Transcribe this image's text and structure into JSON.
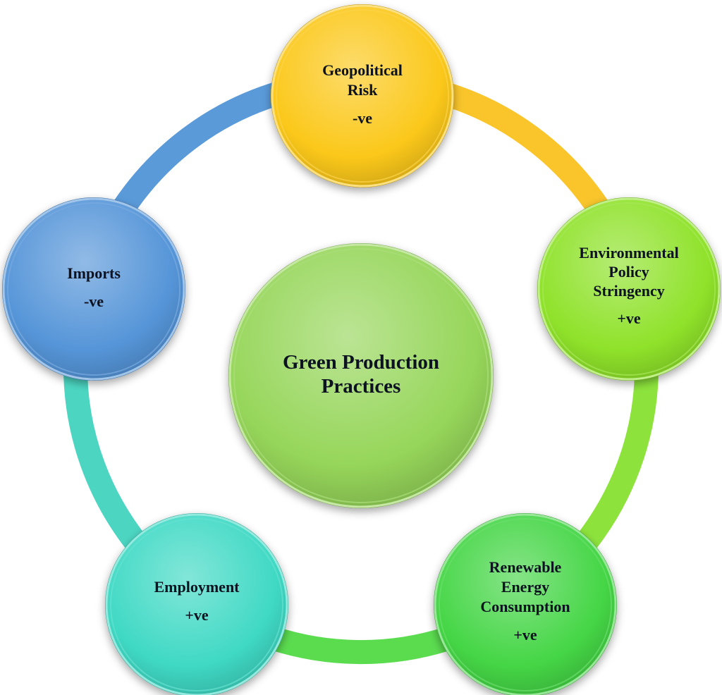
{
  "center": {
    "lines": [
      "Green Production",
      "Practices"
    ],
    "color": "#96d65a"
  },
  "nodes": [
    {
      "id": "geopolitical-risk",
      "lines": [
        "Geopolitical",
        "Risk"
      ],
      "effect": "-ve",
      "color": "#fbc81a"
    },
    {
      "id": "environmental-policy-stringency",
      "lines": [
        "Environmental",
        "Policy",
        "Stringency"
      ],
      "effect": "+ve",
      "color": "#8fe22a"
    },
    {
      "id": "renewable-energy-consumption",
      "lines": [
        "Renewable",
        "Energy",
        "Consumption"
      ],
      "effect": "+ve",
      "color": "#45d646"
    },
    {
      "id": "employment",
      "lines": [
        "Employment"
      ],
      "effect": "+ve",
      "color": "#3fd9c4"
    },
    {
      "id": "imports",
      "lines": [
        "Imports"
      ],
      "effect": "-ve",
      "color": "#5595d8"
    }
  ],
  "ring_segments": [
    {
      "from": "geopolitical-risk",
      "to": "environmental-policy-stringency",
      "color": "#f9c52b"
    },
    {
      "from": "environmental-policy-stringency",
      "to": "renewable-energy-consumption",
      "color": "#8de33c"
    },
    {
      "from": "renewable-energy-consumption",
      "to": "employment",
      "color": "#5bdc4f"
    },
    {
      "from": "employment",
      "to": "imports",
      "color": "#4cd6c2"
    },
    {
      "from": "imports",
      "to": "geopolitical-risk",
      "color": "#5a9ad9"
    }
  ]
}
